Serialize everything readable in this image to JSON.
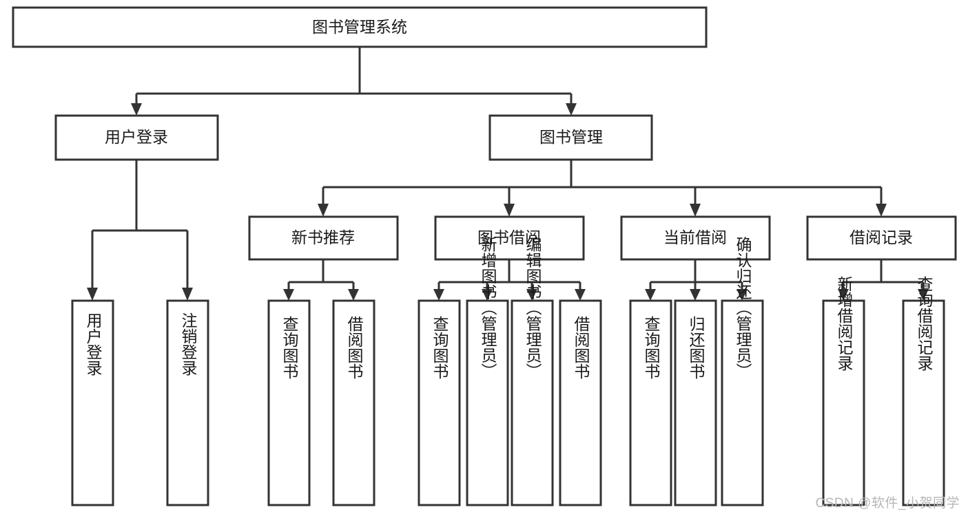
{
  "diagram": {
    "type": "tree-hierarchy",
    "title": "图书管理系统",
    "root": {
      "id": "root",
      "label": "图书管理系统"
    },
    "level2": [
      {
        "id": "user-login",
        "label": "用户登录"
      },
      {
        "id": "book-manage",
        "label": "图书管理"
      }
    ],
    "level3": [
      {
        "id": "new-book-recommend",
        "label": "新书推荐",
        "parent": "book-manage"
      },
      {
        "id": "book-borrow",
        "label": "图书借阅",
        "parent": "book-manage"
      },
      {
        "id": "current-borrow",
        "label": "当前借阅",
        "parent": "book-manage"
      },
      {
        "id": "borrow-record",
        "label": "借阅记录",
        "parent": "book-manage"
      }
    ],
    "leaves": [
      {
        "id": "leaf-user-login",
        "label": "用户登录",
        "parent": "user-login"
      },
      {
        "id": "leaf-logout",
        "label": "注销登录",
        "parent": "user-login"
      },
      {
        "id": "leaf-query-book-1",
        "label": "查询图书",
        "parent": "new-book-recommend"
      },
      {
        "id": "leaf-borrow-book-1",
        "label": "借阅图书",
        "parent": "new-book-recommend"
      },
      {
        "id": "leaf-query-book-2",
        "label": "查询图书",
        "parent": "book-borrow"
      },
      {
        "id": "leaf-add-book",
        "label": "新增图书（管理员）",
        "parent": "book-borrow"
      },
      {
        "id": "leaf-edit-book",
        "label": "编辑图书（管理员）",
        "parent": "book-borrow"
      },
      {
        "id": "leaf-borrow-book-2",
        "label": "借阅图书",
        "parent": "book-borrow"
      },
      {
        "id": "leaf-query-book-3",
        "label": "查询图书",
        "parent": "current-borrow"
      },
      {
        "id": "leaf-return-book",
        "label": "归还图书",
        "parent": "current-borrow"
      },
      {
        "id": "leaf-confirm-return",
        "label": "确认归还（管理员）",
        "parent": "current-borrow"
      },
      {
        "id": "leaf-add-record",
        "label": "新增借阅记录",
        "parent": "borrow-record"
      },
      {
        "id": "leaf-query-record",
        "label": "查询借阅记录",
        "parent": "borrow-record"
      }
    ]
  },
  "watermark": {
    "text": "CSDN @软件_小贺同学"
  },
  "colors": {
    "stroke": "#333333",
    "fill": "#ffffff",
    "text": "#1a1a1a",
    "watermark": "#b6b6b6"
  }
}
